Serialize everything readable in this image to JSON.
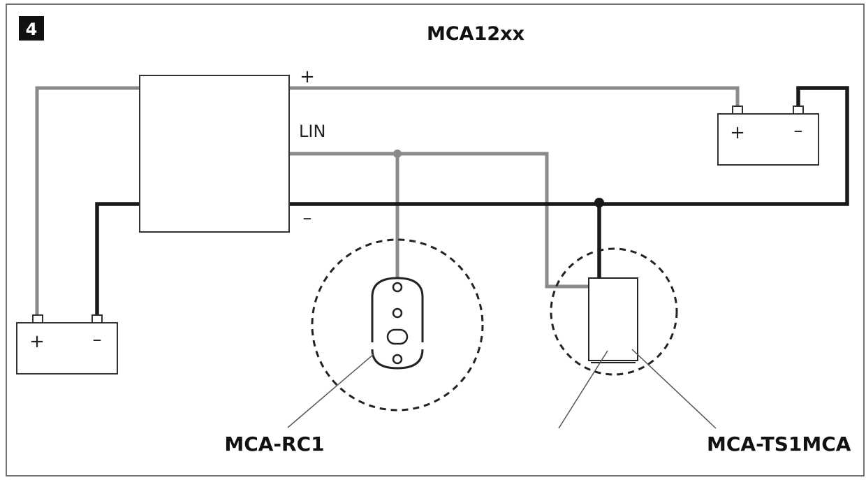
{
  "figure": {
    "number": "4",
    "title": "MCA12xx"
  },
  "controller": {
    "terminal_plus": "+",
    "terminal_lin": "LIN",
    "terminal_minus": "–"
  },
  "battery_left": {
    "plus": "+",
    "minus": "–"
  },
  "battery_right": {
    "plus": "+",
    "minus": "–"
  },
  "labels": {
    "remote": "MCA-RC1",
    "sensor": "MCA-TS1MCA"
  },
  "colors": {
    "wire_positive_lin": "#8a8a8a",
    "wire_negative": "#1a1a1a",
    "badge_background": "#111111"
  }
}
